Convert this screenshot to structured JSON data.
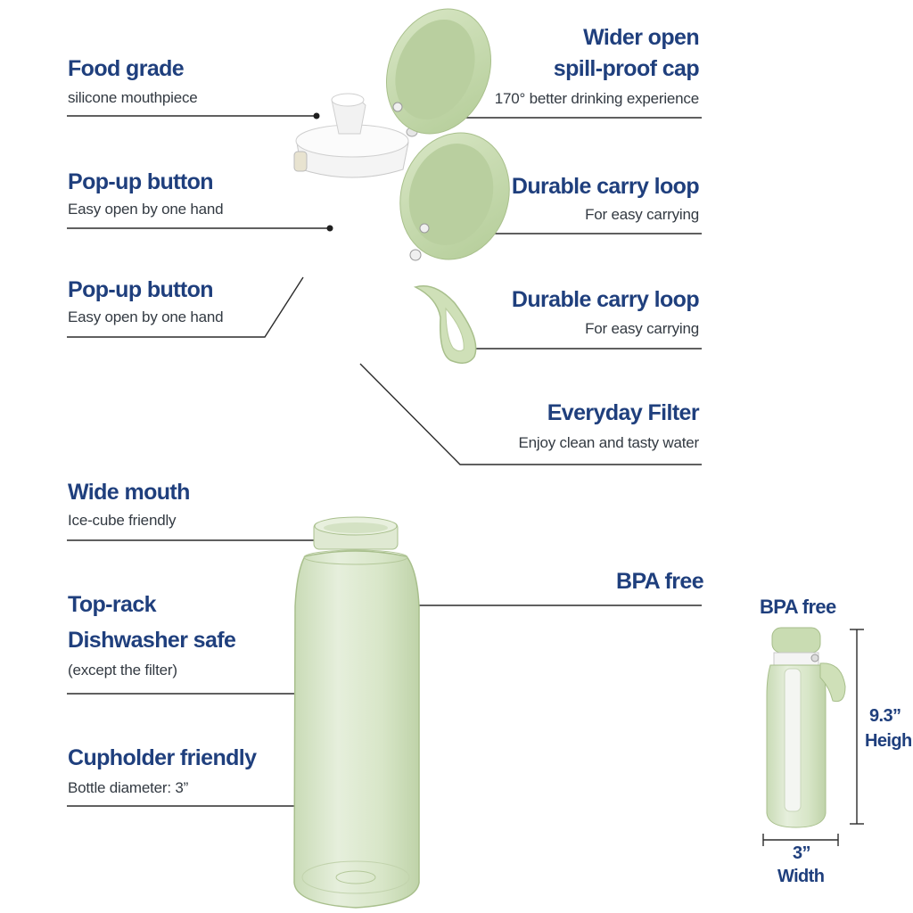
{
  "features": [
    {
      "id": "food_grade",
      "title": "Food grade",
      "subtitle": "silicone mouthpiece"
    },
    {
      "id": "wider_cap",
      "title_line1": "Wider open",
      "title_line2": "spill-proof cap",
      "subtitle": "170° better drinking experience"
    },
    {
      "id": "popup_1",
      "title": "Pop-up button",
      "subtitle": "Easy open by one hand"
    },
    {
      "id": "carry_loop_1",
      "title": "Durable carry loop",
      "subtitle": "For easy carrying"
    },
    {
      "id": "popup_2",
      "title": "Pop-up button",
      "subtitle": "Easy open by one hand"
    },
    {
      "id": "carry_loop_2",
      "title": "Durable carry loop",
      "subtitle": "For easy carrying"
    },
    {
      "id": "everyday_filter",
      "title": "Everyday Filter",
      "subtitle": "Enjoy clean and tasty water"
    },
    {
      "id": "wide_mouth",
      "title": "Wide mouth",
      "subtitle": "Ice-cube friendly"
    },
    {
      "id": "bpa_free",
      "title": "BPA free"
    },
    {
      "id": "dishwasher",
      "title_line1": "Top-rack",
      "title_line2": "Dishwasher safe",
      "subtitle": "(except the filter)"
    },
    {
      "id": "cupholder",
      "title": "Cupholder friendly",
      "subtitle": "Bottle diameter: 3”"
    }
  ],
  "dimensions": {
    "label": "BPA free",
    "height_value": "9.3”",
    "height_label": "Heigh",
    "width_value": "3”",
    "width_label": "Width"
  },
  "colors": {
    "title": "#1f3f7d",
    "subtitle": "#333a42",
    "bottle_green": "#dce8cf",
    "cap_green": "#c5d9ad"
  }
}
